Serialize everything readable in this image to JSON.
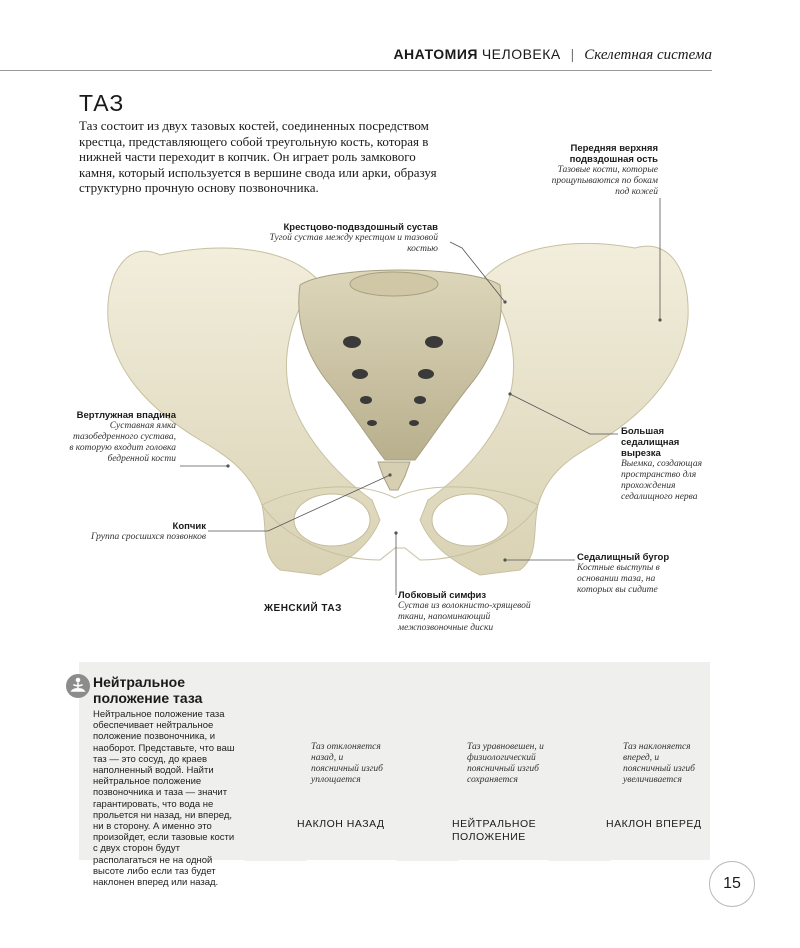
{
  "header": {
    "part1": "АНАТОМИЯ",
    "part2": "ЧЕЛОВЕКА",
    "separator": "|",
    "section": "Скелетная система"
  },
  "title": "ТАЗ",
  "intro": "Таз состоит из двух тазовых костей, соединенных посредством крестца, представляющего собой треугольную кость, которая в нижней части переходит в копчик. Он играет роль замкового камня, который используется в вершине свода или арки, образуя структурно прочную основу позвоночника.",
  "labels": {
    "sacroiliac": {
      "title": "Крестцово-подвздошный сустав",
      "desc": "Тугой сустав между крестцом и тазовой костью"
    },
    "asis": {
      "title": "Передняя верхняя подвздошная ость",
      "desc": "Тазовые кости, которые прощупываются по бокам под кожей"
    },
    "acetabulum": {
      "title": "Вертлужная впадина",
      "desc": "Суставная ямка тазобедренного сустава, в которую входит головка бедренной кости"
    },
    "notch": {
      "title": "Большая седалищная вырезка",
      "desc": "Выемка, создающая пространство для прохождения седалищного нерва"
    },
    "coccyx": {
      "title": "Копчик",
      "desc": "Группа сросшихся позвонков"
    },
    "tuber": {
      "title": "Седалищный бугор",
      "desc": "Костные выступы в основании таза, на которых вы сидите"
    },
    "symphysis": {
      "title": "Лобковый симфиз",
      "desc": "Сустав из волокнисто-хрящевой ткани, напоминающий межпозвоночные диски"
    }
  },
  "figure_caption": "ЖЕНСКИЙ ТАЗ",
  "panel": {
    "icon": "meditation-icon",
    "title": "Нейтральное положение таза",
    "text": "Нейтральное положение таза обеспечивает нейтральное положение позвоночника, и наоборот. Представьте, что ваш таз — это сосуд, до краев наполненный водой. Найти нейтральное положение позвоночника и таза — значит гарантировать, что вода не прольется ни назад, ни вперед, ни в сторону. А именно это произойдет, если тазовые кости с двух сторон будут располагаться не на одной высоте либо если таз будет наклонен вперед или назад.",
    "postures": [
      {
        "note": "Таз отклоняется назад, и поясничный изгиб уплощается",
        "caption": "НАКЛОН НАЗАД"
      },
      {
        "note": "Таз уравновешен, и физиологический поясничный изгиб сохраняется",
        "caption": "НЕЙТРАЛЬНОЕ ПОЛОЖЕНИЕ"
      },
      {
        "note": "Таз наклоняется вперед, и поясничный изгиб увеличивается",
        "caption": "НАКЛОН ВПЕРЕД"
      }
    ]
  },
  "page_number": "15",
  "colors": {
    "bone": "#e9e4cf",
    "panel": "#efefed",
    "pelvis_accent": "#e6c6b2"
  }
}
